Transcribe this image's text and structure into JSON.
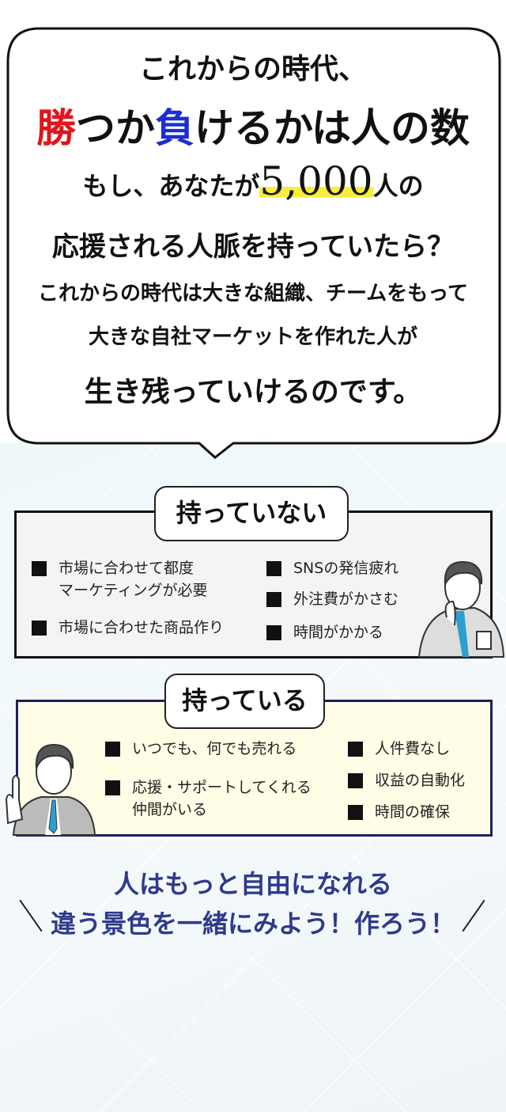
{
  "bubble": {
    "line1": "これからの時代、",
    "line2": {
      "win": "勝",
      "a": "つか",
      "lose": "負",
      "b": "けるかは人の数"
    },
    "line3": {
      "a": "もし、あなたが",
      "number": "5,000",
      "b": "人の"
    },
    "line4": "応援される人脈を持っていたら？",
    "line5": "これからの時代は大きな組織、チームをもって",
    "line6": "大きな自社マーケットを作れた人が",
    "line7": "生き残っていけるのです。"
  },
  "without": {
    "title": "持っていない",
    "items": [
      "市場に合わせて都度",
      "マーケティングが必要",
      "市場に合わせた商品作り",
      "SNSの発信疲れ",
      "外注費がかさむ",
      "時間がかかる"
    ]
  },
  "with": {
    "title": "持っている",
    "items": [
      "いつでも、何でも売れる",
      "応援・サポートしてくれる",
      "仲間がいる",
      "人件費なし",
      "収益の自動化",
      "時間の確保"
    ]
  },
  "closing": {
    "line1": "人はもっと自由になれる",
    "line2": "違う景色を一緒にみよう！作ろう！"
  },
  "colors": {
    "red": "#e0161c",
    "blue": "#1b2fd0",
    "navy": "#2e3a8c",
    "highlight": "#f6ee3a"
  }
}
